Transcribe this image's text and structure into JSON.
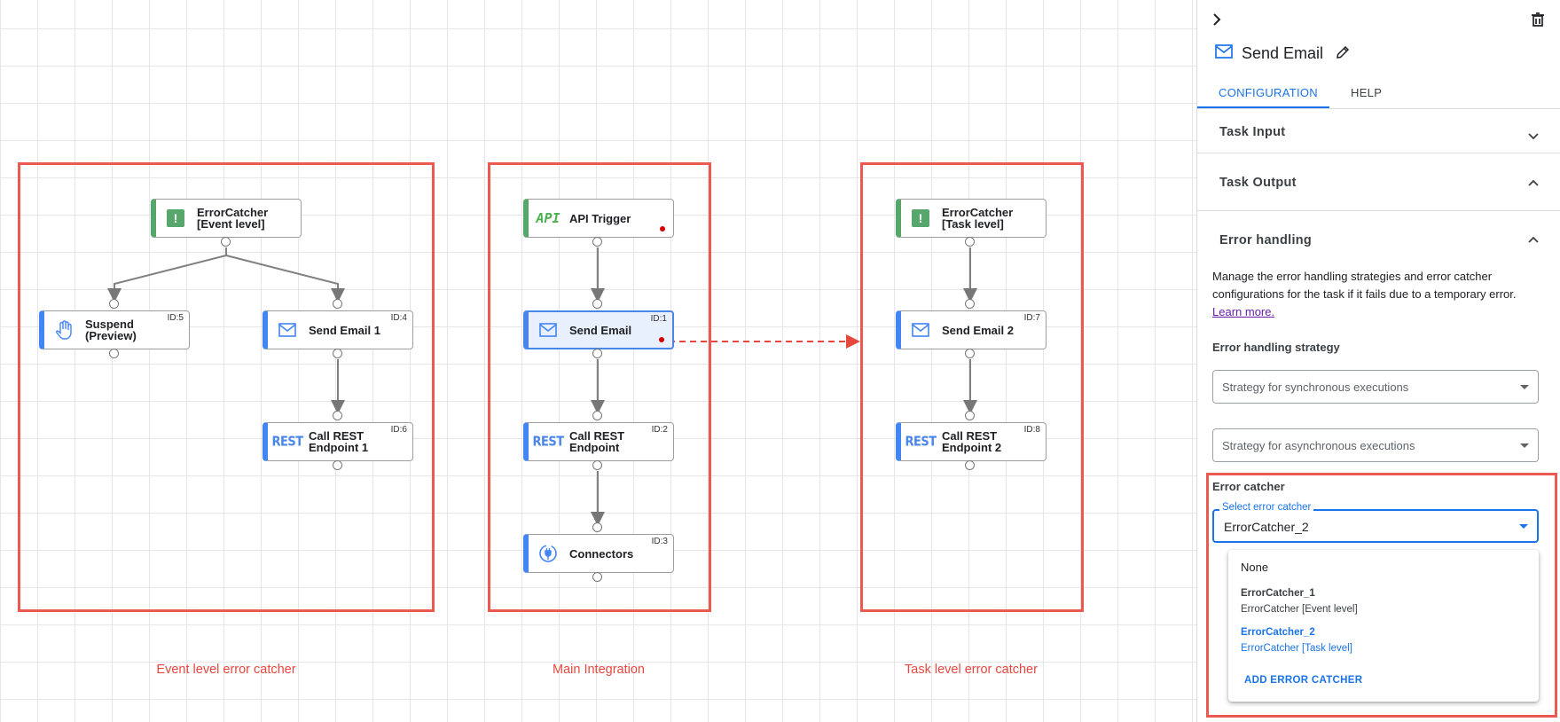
{
  "canvas": {
    "groups": [
      {
        "caption": "Event level error catcher"
      },
      {
        "caption": "Main Integration"
      },
      {
        "caption": "Task level error catcher"
      }
    ],
    "nodes": {
      "errorcatcher_event": {
        "title": "ErrorCatcher\n[Event level]",
        "id": ""
      },
      "suspend": {
        "title": "Suspend\n(Preview)",
        "id": "ID:5"
      },
      "send_email_1": {
        "title": "Send Email 1",
        "id": "ID:4"
      },
      "call_rest_1": {
        "title": "Call REST\nEndpoint 1",
        "id": "ID:6"
      },
      "api_trigger": {
        "title": "API Trigger",
        "id": ""
      },
      "send_email": {
        "title": "Send Email",
        "id": "ID:1"
      },
      "call_rest": {
        "title": "Call REST\nEndpoint",
        "id": "ID:2"
      },
      "connectors": {
        "title": "Connectors",
        "id": "ID:3"
      },
      "errorcatcher_task": {
        "title": "ErrorCatcher\n[Task level]",
        "id": ""
      },
      "send_email_2": {
        "title": "Send Email 2",
        "id": "ID:7"
      },
      "call_rest_2": {
        "title": "Call REST\nEndpoint 2",
        "id": "ID:8"
      }
    },
    "icon_labels": {
      "api": "API",
      "rest": "REST"
    }
  },
  "panel": {
    "title": "Send Email",
    "tabs": [
      {
        "label": "CONFIGURATION",
        "active": true
      },
      {
        "label": "HELP",
        "active": false
      }
    ],
    "sections": {
      "task_input": "Task Input",
      "task_output": "Task Output",
      "error_handling": "Error handling"
    },
    "error_handling": {
      "description": "Manage the error handling strategies and error catcher configurations for the task if it fails due to a temporary error.",
      "learn_more": "Learn more.",
      "strategy_label": "Error handling strategy",
      "sync_placeholder": "Strategy for synchronous executions",
      "async_placeholder": "Strategy for asynchronous executions",
      "catcher_label": "Error catcher",
      "select_label": "Select error catcher",
      "selected_value": "ErrorCatcher_2",
      "options": {
        "none": "None",
        "opt1_name": "ErrorCatcher_1",
        "opt1_desc": "ErrorCatcher [Event level]",
        "opt2_name": "ErrorCatcher_2",
        "opt2_desc": "ErrorCatcher [Task level]"
      },
      "add_button": "ADD ERROR CATCHER"
    }
  },
  "colors": {
    "accent": "#1a73e8",
    "highlight_red": "#ea4335",
    "link_purple": "#681da8",
    "node_green": "#57a66b",
    "node_blue": "#4285f4"
  }
}
